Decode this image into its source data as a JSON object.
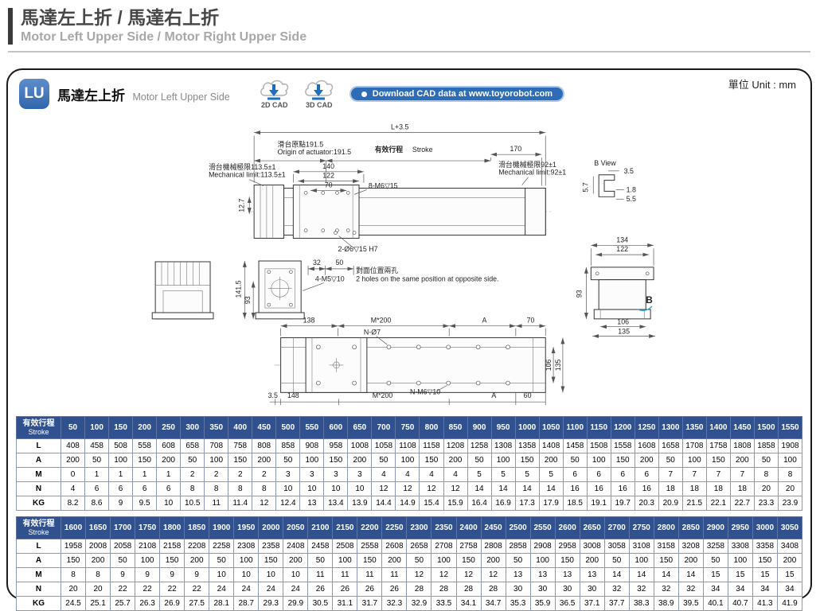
{
  "page": {
    "title_zh": "馬達左上折 / 馬達右上折",
    "title_en": "Motor Left Upper Side / Motor Right Upper Side",
    "unit_label": "單位 Unit : mm"
  },
  "panel": {
    "badge": "LU",
    "model_title_zh": "馬達左上折",
    "model_title_en": "Motor Left Upper Side",
    "cad2d_label": "2D CAD",
    "cad3d_label": "3D CAD",
    "download_label": "Download CAD data at www.toyorobot.com"
  },
  "drawing": {
    "dims": {
      "l35": "L+3.5",
      "origin_zh": "滑台原點191.5",
      "origin_en": "Origin of actuator:191.5",
      "stroke_zh": "有效行程",
      "stroke_en": "Stroke",
      "d170": "170",
      "d140": "140",
      "d122": "122",
      "d70": "70",
      "tap8": "8-M6▽15",
      "limitL_zh": "滑台機械極限113.5±1",
      "limitL_en": "Mechanical limit:113.5±1",
      "limitR_zh": "滑台機械極限92±1",
      "limitR_en": "Mechanical limit:92±1",
      "d12_7": "12.7",
      "bview": "B View",
      "b35": "3.5",
      "b57": "5.7",
      "b18": "1.8",
      "b55": "5.5",
      "pin": "2-Ø6▽15 H7",
      "d32": "32",
      "d50": "50",
      "tap4": "4-M5▽10",
      "holes_zh": "對面位置兩孔",
      "holes_en": "2 holes on the same position at opposite side.",
      "d141_5": "141.5",
      "d93L": "93",
      "d138": "138",
      "m200t": "M*200",
      "aT": "A",
      "d70b": "70",
      "nO7": "N-Ø7",
      "d106p": "106",
      "d135p": "135",
      "d3_5b": "3.5",
      "d148": "148",
      "m200b": "M*200",
      "nM6": "N-M6▽10",
      "aB": "A",
      "d60": "60",
      "d134": "134",
      "d122r": "122",
      "d93R": "93",
      "d106r": "106",
      "d135r": "135",
      "bLabel": "B"
    }
  },
  "tables": [
    {
      "header_zh": "有效行程",
      "header_en": "Stroke",
      "strokes": [
        50,
        100,
        150,
        200,
        250,
        300,
        350,
        400,
        450,
        500,
        550,
        600,
        650,
        700,
        750,
        800,
        850,
        900,
        950,
        1000,
        1050,
        1100,
        1150,
        1200,
        1250,
        1300,
        1350,
        1400,
        1450,
        1500,
        1550
      ],
      "rows": [
        {
          "label": "L",
          "values": [
            408,
            458,
            508,
            558,
            608,
            658,
            708,
            758,
            808,
            858,
            908,
            958,
            1008,
            1058,
            1108,
            1158,
            1208,
            1258,
            1308,
            1358,
            1408,
            1458,
            1508,
            1558,
            1608,
            1658,
            1708,
            1758,
            1808,
            1858,
            1908
          ]
        },
        {
          "label": "A",
          "values": [
            200,
            50,
            100,
            150,
            200,
            50,
            100,
            150,
            200,
            50,
            100,
            150,
            200,
            50,
            100,
            150,
            200,
            50,
            100,
            150,
            200,
            50,
            100,
            150,
            200,
            50,
            100,
            150,
            200,
            50,
            100
          ]
        },
        {
          "label": "M",
          "values": [
            0,
            1,
            1,
            1,
            1,
            2,
            2,
            2,
            2,
            3,
            3,
            3,
            3,
            4,
            4,
            4,
            4,
            5,
            5,
            5,
            5,
            6,
            6,
            6,
            6,
            7,
            7,
            7,
            7,
            8,
            8
          ]
        },
        {
          "label": "N",
          "values": [
            4,
            6,
            6,
            6,
            6,
            8,
            8,
            8,
            8,
            10,
            10,
            10,
            10,
            12,
            12,
            12,
            12,
            14,
            14,
            14,
            14,
            16,
            16,
            16,
            16,
            18,
            18,
            18,
            18,
            20,
            20
          ]
        },
        {
          "label": "KG",
          "values": [
            8.2,
            8.6,
            9,
            9.5,
            10,
            10.5,
            11,
            11.4,
            12,
            12.4,
            13,
            13.4,
            13.9,
            14.4,
            14.9,
            15.4,
            15.9,
            16.4,
            16.9,
            17.3,
            17.9,
            18.5,
            19.1,
            19.7,
            20.3,
            20.9,
            21.5,
            22.1,
            22.7,
            23.3,
            23.9
          ]
        }
      ]
    },
    {
      "header_zh": "有效行程",
      "header_en": "Stroke",
      "strokes": [
        1600,
        1650,
        1700,
        1750,
        1800,
        1850,
        1900,
        1950,
        2000,
        2050,
        2100,
        2150,
        2200,
        2250,
        2300,
        2350,
        2400,
        2450,
        2500,
        2550,
        2600,
        2650,
        2700,
        2750,
        2800,
        2850,
        2900,
        2950,
        3000,
        3050
      ],
      "rows": [
        {
          "label": "L",
          "values": [
            1958,
            2008,
            2058,
            2108,
            2158,
            2208,
            2258,
            2308,
            2358,
            2408,
            2458,
            2508,
            2558,
            2608,
            2658,
            2708,
            2758,
            2808,
            2858,
            2908,
            2958,
            3008,
            3058,
            3108,
            3158,
            3208,
            3258,
            3308,
            3358,
            3408
          ]
        },
        {
          "label": "A",
          "values": [
            150,
            200,
            50,
            100,
            150,
            200,
            50,
            100,
            150,
            200,
            50,
            100,
            150,
            200,
            50,
            100,
            150,
            200,
            50,
            100,
            150,
            200,
            50,
            100,
            150,
            200,
            50,
            100,
            150,
            200
          ]
        },
        {
          "label": "M",
          "values": [
            8,
            8,
            9,
            9,
            9,
            9,
            10,
            10,
            10,
            10,
            11,
            11,
            11,
            11,
            12,
            12,
            12,
            12,
            13,
            13,
            13,
            13,
            14,
            14,
            14,
            14,
            15,
            15,
            15,
            15
          ]
        },
        {
          "label": "N",
          "values": [
            20,
            20,
            22,
            22,
            22,
            22,
            24,
            24,
            24,
            24,
            26,
            26,
            26,
            26,
            28,
            28,
            28,
            28,
            30,
            30,
            30,
            30,
            32,
            32,
            32,
            32,
            34,
            34,
            34,
            34
          ]
        },
        {
          "label": "KG",
          "values": [
            24.5,
            25.1,
            25.7,
            26.3,
            26.9,
            27.5,
            28.1,
            28.7,
            29.3,
            29.9,
            30.5,
            31.1,
            31.7,
            32.3,
            32.9,
            33.5,
            34.1,
            34.7,
            35.3,
            35.9,
            36.5,
            37.1,
            37.7,
            38.3,
            38.9,
            39.5,
            40.1,
            40.7,
            41.3,
            41.9
          ]
        }
      ]
    }
  ]
}
